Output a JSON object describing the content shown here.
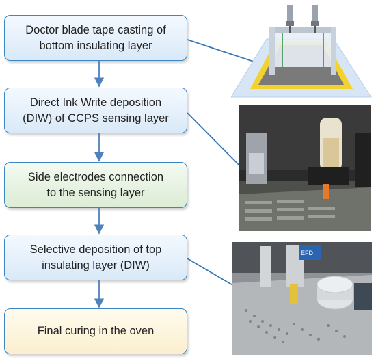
{
  "steps": [
    {
      "label": "Doctor blade tape casting of\nbottom insulating layer",
      "color": "#d9e9f8"
    },
    {
      "label": "Direct Ink Write deposition\n(DIW) of CCPS sensing layer",
      "color": "#d9e9f8"
    },
    {
      "label": "Side electrodes connection\nto the sensing layer",
      "color": "#dcecd5"
    },
    {
      "label": "Selective deposition of top\ninsulating layer (DIW)",
      "color": "#d9e9f8"
    },
    {
      "label": "Final curing in the oven",
      "color": "#fbefcf"
    }
  ],
  "colors": {
    "box_border": "#3d86c4",
    "arrow": "#4f81bd",
    "tray_base": "#d6e6f7",
    "tape_yellow": "#f2d22e",
    "tape_gray": "#7a7a7a"
  },
  "photo_sticker": "EFD"
}
